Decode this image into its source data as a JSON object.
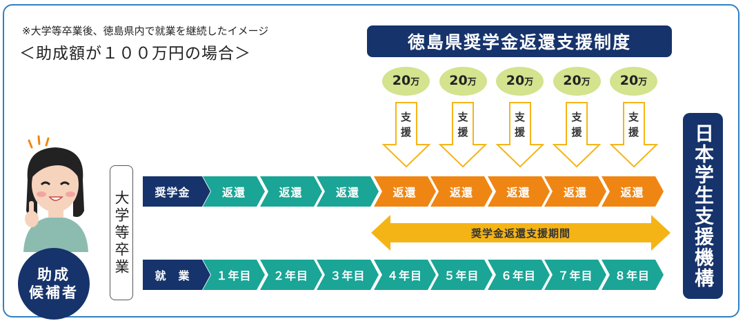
{
  "header": {
    "note": "※大学等卒業後、徳島県内で就業を継続したイメージ",
    "case": "＜助成額が１００万円の場合＞"
  },
  "banner": {
    "title": "徳島県奨学金返還支援制度"
  },
  "organization": {
    "label": "日本学生支援機構"
  },
  "graduation": {
    "label": "大学等卒業"
  },
  "candidate": {
    "line1": "助成",
    "line2": "候補者"
  },
  "support": {
    "amount": "20",
    "unit": "万",
    "arrow_label_1": "支",
    "arrow_label_2": "援",
    "count": 5
  },
  "repay_row": {
    "head": "奨学金",
    "segments": [
      "返還",
      "返還",
      "返還",
      "返還",
      "返還",
      "返還",
      "返還",
      "返還"
    ],
    "supported_from_index": 3
  },
  "period": {
    "label": "奨学金返還支援期間"
  },
  "work_row": {
    "head": "就　業",
    "segments": [
      "１年目",
      "２年目",
      "３年目",
      "４年目",
      "５年目",
      "６年目",
      "７年目",
      "８年目"
    ]
  },
  "colors": {
    "navy": "#16336b",
    "teal": "#1aa596",
    "orange": "#ef8613",
    "pill": "#d3e38e",
    "period": "#f5b416",
    "frame": "#2f7fc3"
  }
}
